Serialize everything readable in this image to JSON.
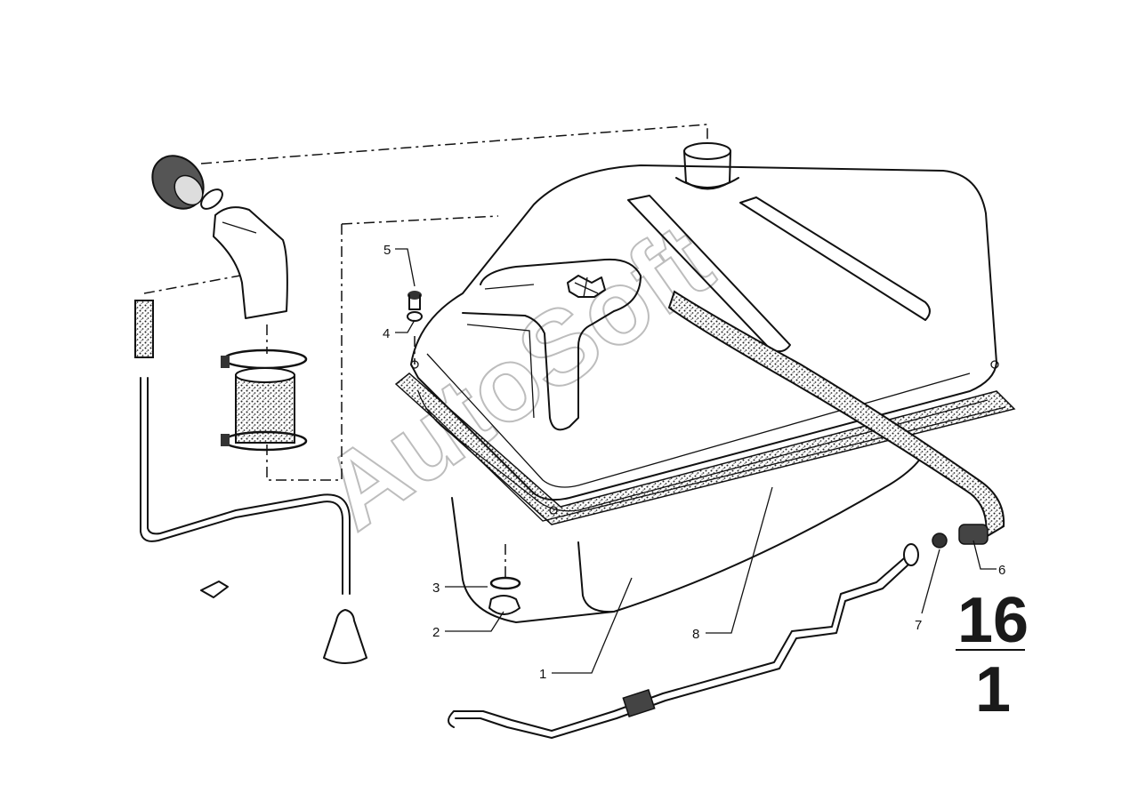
{
  "callouts": {
    "c1": "1",
    "c2": "2",
    "c3": "3",
    "c4": "4",
    "c5": "5",
    "c6": "6",
    "c7": "7",
    "c8": "8"
  },
  "group_code": {
    "main": "16",
    "sub": "1"
  },
  "watermark": "AutoSoft"
}
